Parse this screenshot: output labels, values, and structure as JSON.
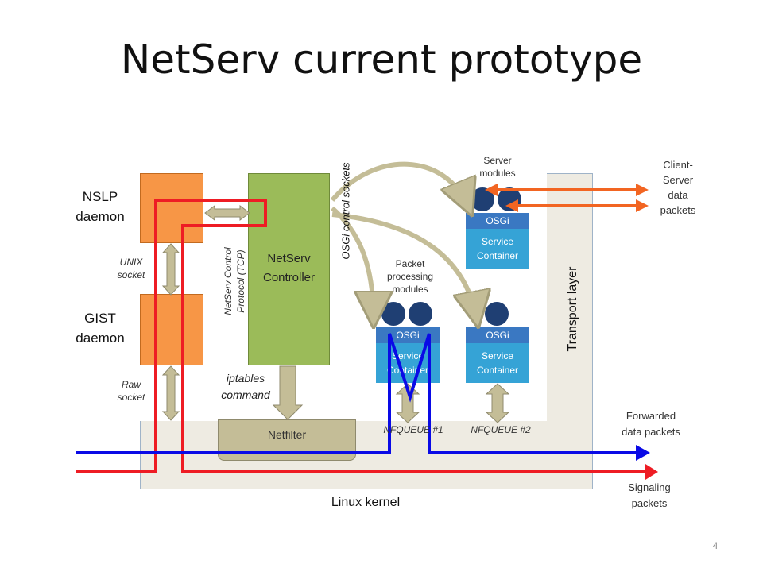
{
  "slide": {
    "title": "NetServ current prototype",
    "page_number": "4"
  },
  "left": {
    "nslp": "NSLP\ndaemon",
    "gist": "GIST\ndaemon",
    "unix_socket": "UNIX\nsocket",
    "raw_socket": "Raw\nsocket"
  },
  "center": {
    "controller": "NetServ\nController",
    "control_protocol": "NetServ Control\nProtocol (TCP)",
    "iptables": "iptables\ncommand",
    "netfilter": "Netfilter",
    "osgi_control_sockets": "OSGi control sockets"
  },
  "containers": {
    "server_modules": "Server\nmodules",
    "packet_modules": "Packet\nprocessing\nmodules",
    "osgi": "OSGi",
    "service_container": "Service\nContainer",
    "nfqueue1": "NFQUEUE #1",
    "nfqueue2": "NFQUEUE #2"
  },
  "right": {
    "transport_layer": "Transport layer",
    "client_server": "Client-\nServer\ndata\npackets",
    "forwarded": "Forwarded\ndata packets",
    "signaling": "Signaling\npackets",
    "linux_kernel": "Linux kernel"
  },
  "colors": {
    "orange": "#f79646",
    "green": "#9bbb59",
    "osgi_blue": "#3a78c2",
    "service_blue": "#35a3d6",
    "red_path": "#ee1c24",
    "blue_path": "#0a0ae6",
    "orange_arrow": "#f26522",
    "tan_arrow": "#c4bd97"
  }
}
